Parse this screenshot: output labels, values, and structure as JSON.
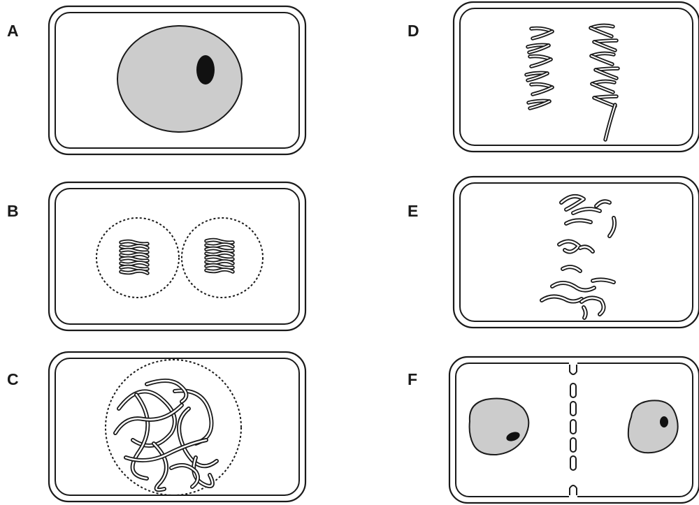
{
  "panels": [
    {
      "label": "A",
      "stage": "interphase"
    },
    {
      "label": "B",
      "stage": "telophase"
    },
    {
      "label": "C",
      "stage": "prophase"
    },
    {
      "label": "D",
      "stage": "anaphase"
    },
    {
      "label": "E",
      "stage": "metaphase"
    },
    {
      "label": "F",
      "stage": "cytokinesis"
    }
  ],
  "colors": {
    "outline": "#1a1a1a",
    "nucleus_fill": "#cccccc",
    "nucleolus": "#111111",
    "background": "#ffffff"
  }
}
